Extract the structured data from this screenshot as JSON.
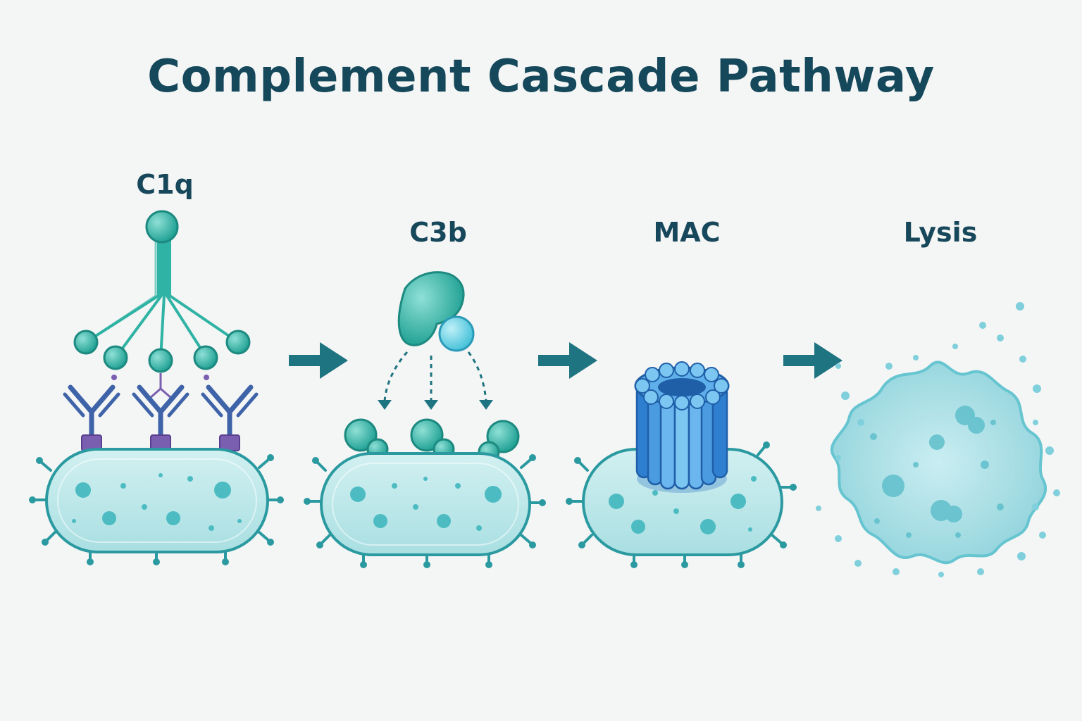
{
  "title": "Complement Cascade Pathway",
  "stages": [
    {
      "label": "C1q",
      "icon": "c1q-complex-icon"
    },
    {
      "label": "C3b",
      "icon": "c3b-protein-icon"
    },
    {
      "label": "MAC",
      "icon": "membrane-attack-complex-icon"
    },
    {
      "label": "Lysis",
      "icon": "lysed-cell-icon"
    }
  ],
  "colors": {
    "title": "#14485a",
    "teal": "#2fb3a4",
    "teal_dark": "#1c8a80",
    "cell_fill": "#bfe8ea",
    "cell_stroke": "#2a9aa0",
    "antibody": "#3f63a8",
    "antibody_base": "#7a5fb0",
    "mac_blue": "#4aa3e0",
    "arrow": "#1e7480"
  }
}
